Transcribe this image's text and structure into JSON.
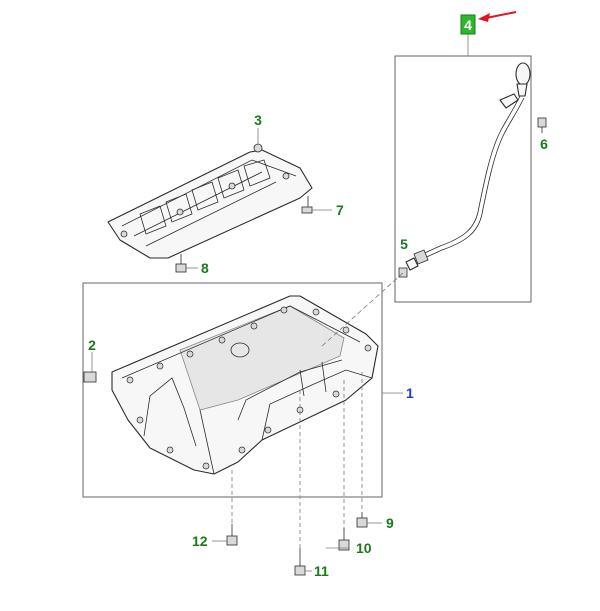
{
  "diagram": {
    "callouts": [
      {
        "id": "1",
        "label": "1"
      },
      {
        "id": "2",
        "label": "2"
      },
      {
        "id": "3",
        "label": "3"
      },
      {
        "id": "4",
        "label": "4"
      },
      {
        "id": "5",
        "label": "5"
      },
      {
        "id": "6",
        "label": "6"
      },
      {
        "id": "7",
        "label": "7"
      },
      {
        "id": "8",
        "label": "8"
      },
      {
        "id": "9",
        "label": "9"
      },
      {
        "id": "10",
        "label": "10"
      },
      {
        "id": "11",
        "label": "11"
      },
      {
        "id": "12",
        "label": "12"
      }
    ],
    "colors": {
      "callout_green": "#1a7a1a",
      "callout_blue": "#1f3fc7",
      "selected_highlight": "#2fb62f",
      "pointer_arrow": "#e0141e",
      "line": "#2b2b2b"
    },
    "selected_callout": "4"
  }
}
